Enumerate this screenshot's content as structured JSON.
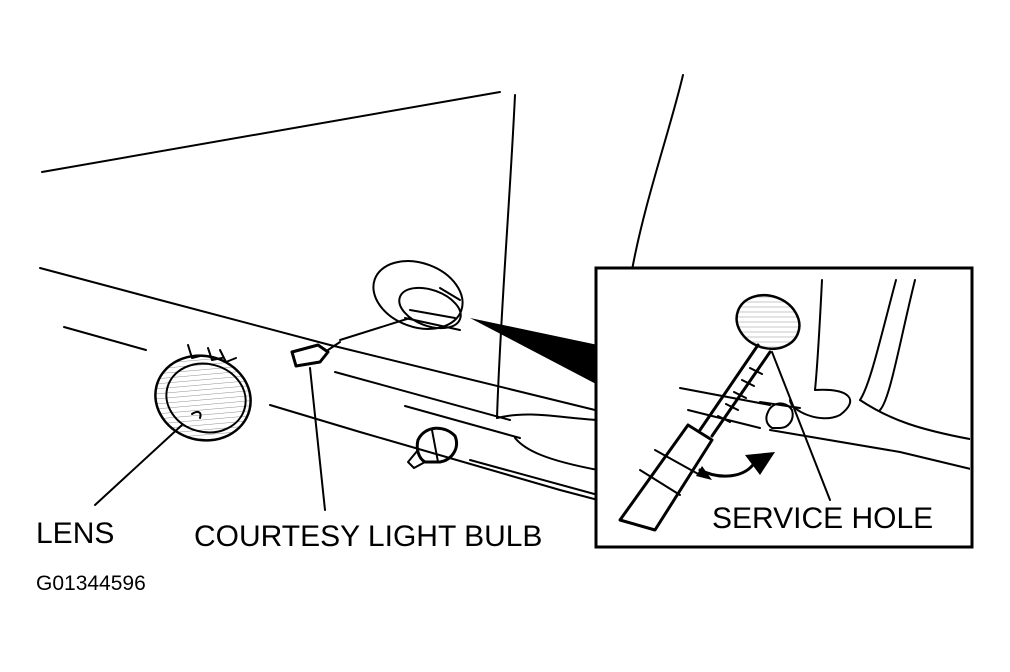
{
  "labels": {
    "lens": "LENS",
    "courtesy_light_bulb": "COURTESY LIGHT BULB",
    "service_hole": "SERVICE HOLE"
  },
  "figure_code": "G01344596"
}
